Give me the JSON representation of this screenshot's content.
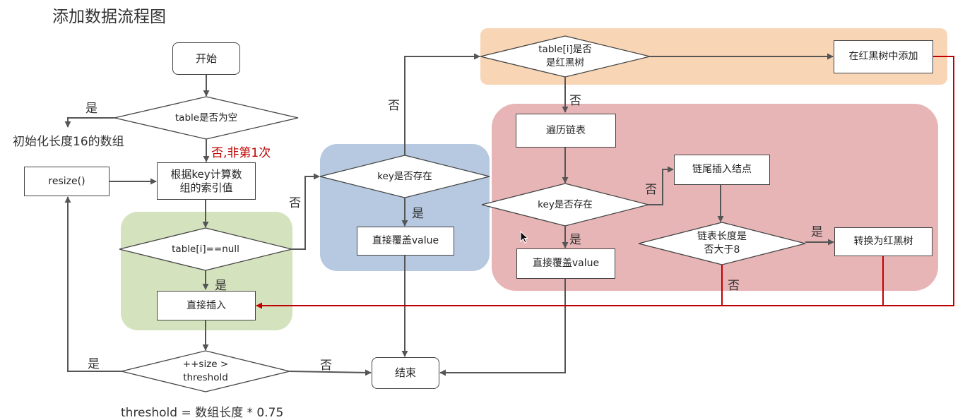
{
  "title": "添加数据流程图",
  "nodes": {
    "start": "开始",
    "check_table_empty": "table是否为空",
    "resize": "resize()",
    "calc_index": "根据key计算数\n组的索引值",
    "check_bucket_null": "table[i]==null",
    "insert_direct": "直接插入",
    "check_size": "++size >\nthreshold",
    "end": "结束",
    "check_key_exists_1": "key是否存在",
    "overwrite_value_1": "直接覆盖value",
    "check_is_tree": "table[i]是否\n是红黑树",
    "add_to_tree": "在红黑树中添加",
    "traverse_list": "遍历链表",
    "check_key_exists_2": "key是否存在",
    "overwrite_value_2": "直接覆盖value",
    "append_tail": "链尾插入结点",
    "check_list_length": "链表长度是\n否大于8",
    "convert_to_tree": "转换为红黑树"
  },
  "edge_labels": {
    "empty_yes": "是",
    "init_array": "初始化长度16的数组",
    "empty_no": "否,非第1次",
    "null_yes": "是",
    "null_no": "否",
    "key1_yes": "是",
    "key1_no": "否",
    "tree_no": "否",
    "key2_yes": "是",
    "key2_no": "否",
    "length_yes": "是",
    "length_no": "否",
    "size_yes": "是",
    "size_no": "否"
  },
  "footnote": "threshold = 数组长度 * 0.75",
  "colors": {
    "orange_group": "#f8d5b5",
    "pink_group": "#e8b5b7",
    "blue_group": "#b6c9e0",
    "green_group": "#d5e2be",
    "arrow": "#555555",
    "red_arrow": "#c00000"
  }
}
